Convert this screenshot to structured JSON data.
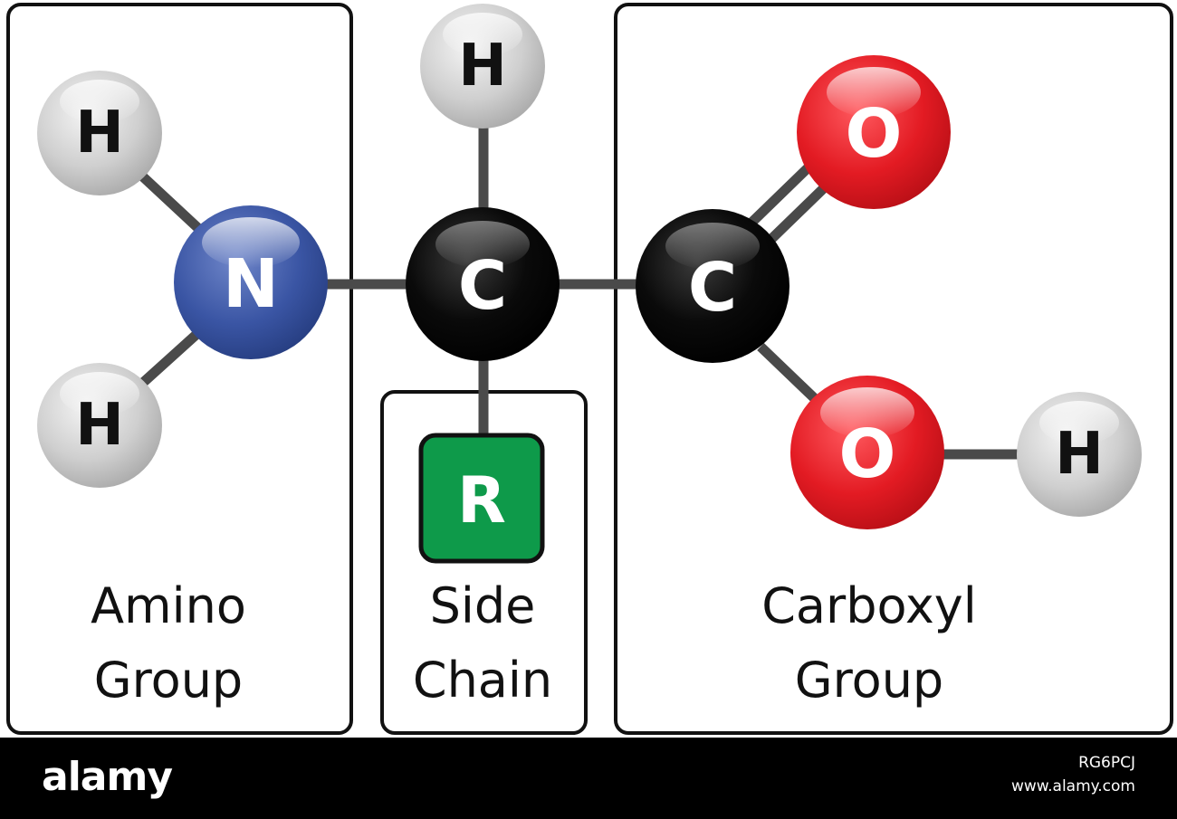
{
  "atoms": {
    "h_amino_top": "H",
    "h_amino_bottom": "H",
    "nitrogen": "N",
    "h_alpha": "H",
    "c_alpha": "C",
    "side_chain_r": "R",
    "c_carboxyl": "C",
    "o_double": "O",
    "o_hydroxyl": "O",
    "h_hydroxyl": "H"
  },
  "groups": {
    "amino": {
      "line1": "Amino",
      "line2": "Group"
    },
    "side_chain": {
      "line1": "Side",
      "line2": "Chain"
    },
    "carboxyl": {
      "line1": "Carboxyl",
      "line2": "Group"
    }
  },
  "footer": {
    "brand": "alamy",
    "image_id": "RG6PCJ",
    "site": "www.alamy.com"
  },
  "colors": {
    "nitrogen": "#3a55a4",
    "carbon": "#0a0a0a",
    "oxygen": "#e31b23",
    "hydrogen": "#c8c8c8",
    "side_chain": "#0e9a4a",
    "bond": "#4a4a4a"
  }
}
